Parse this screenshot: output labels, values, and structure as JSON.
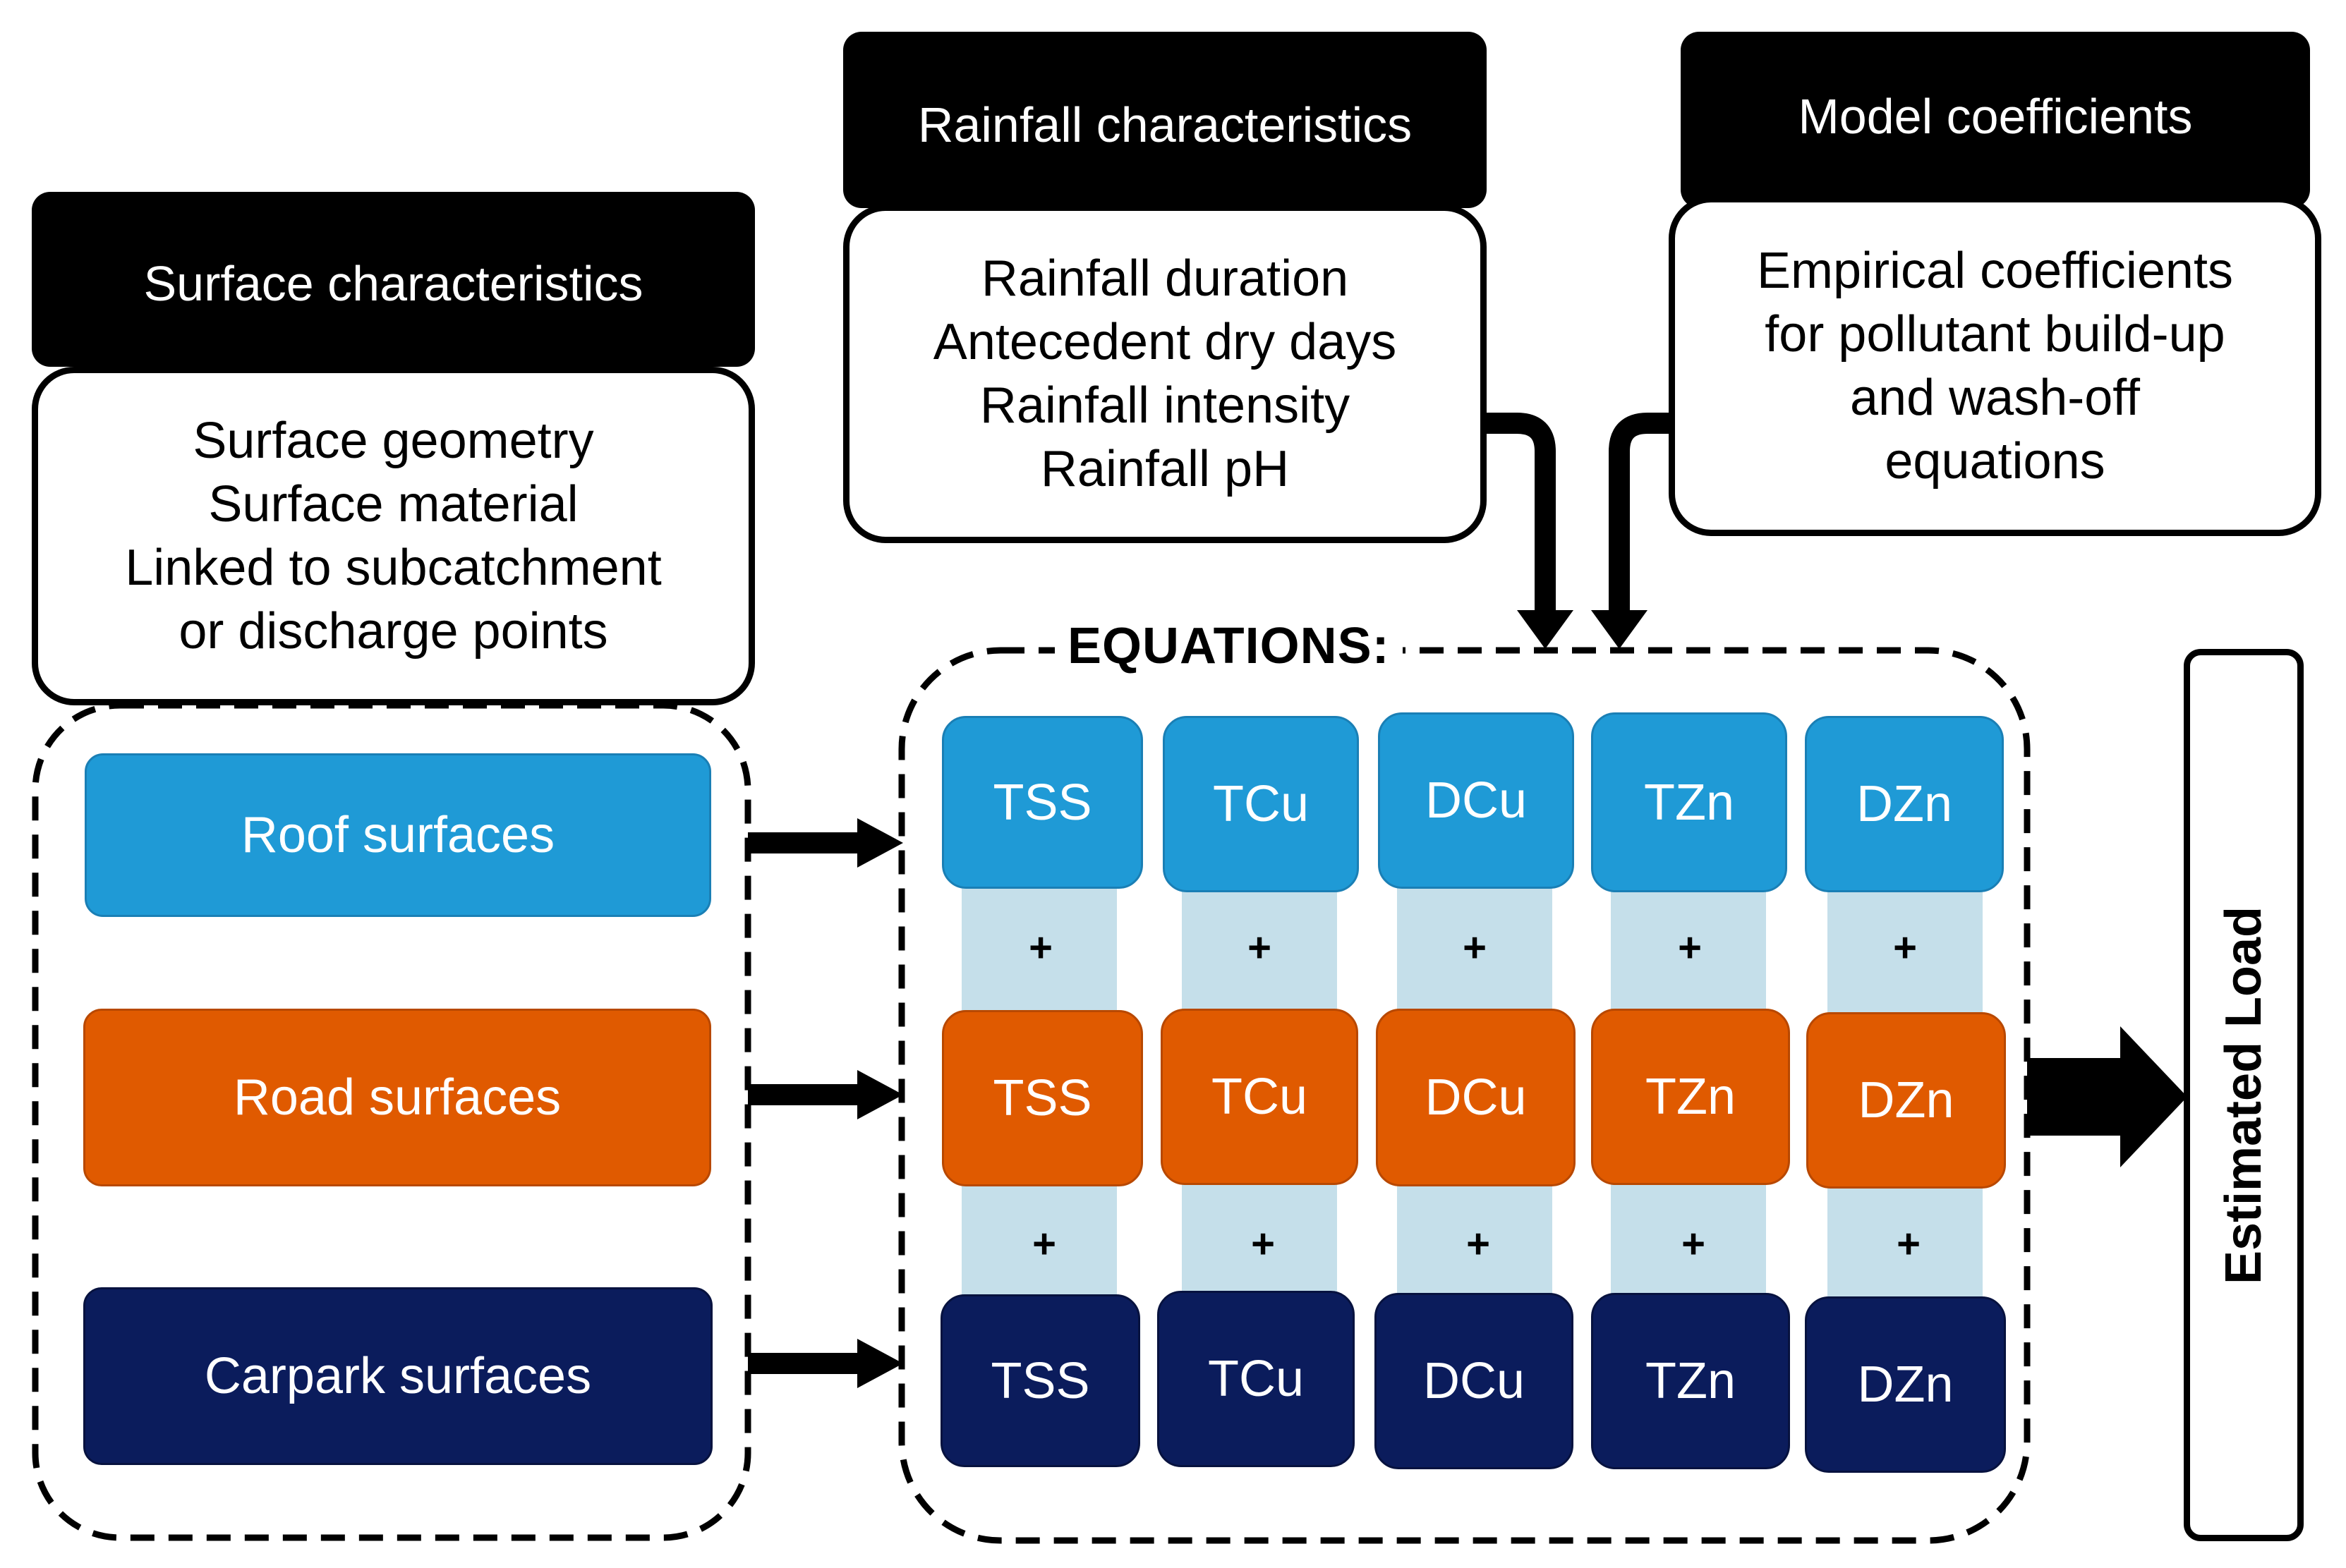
{
  "surface_characteristics": {
    "title": "Surface characteristics",
    "items": [
      "Surface geometry",
      "Surface material",
      "Linked to subcatchment",
      "or discharge points"
    ]
  },
  "rainfall_characteristics": {
    "title": "Rainfall characteristics",
    "items": [
      "Rainfall duration",
      "Antecedent dry days",
      "Rainfall intensity",
      "Rainfall pH"
    ]
  },
  "model_coefficients": {
    "title": "Model coefficients",
    "items": [
      "Empirical coefficients",
      "for pollutant build-up",
      "and wash-off",
      "equations"
    ]
  },
  "surfaces": [
    {
      "label": "Roof surfaces",
      "color": "#1f9ad6"
    },
    {
      "label": "Road surfaces",
      "color": "#e05a00"
    },
    {
      "label": "Carpark surfaces",
      "color": "#0b1c5c"
    }
  ],
  "equations": {
    "label": "EQUATIONS:",
    "pollutants": [
      "TSS",
      "TCu",
      "DCu",
      "TZn",
      "DZn"
    ],
    "operator": "+"
  },
  "output": {
    "label": "Estimated Load"
  }
}
